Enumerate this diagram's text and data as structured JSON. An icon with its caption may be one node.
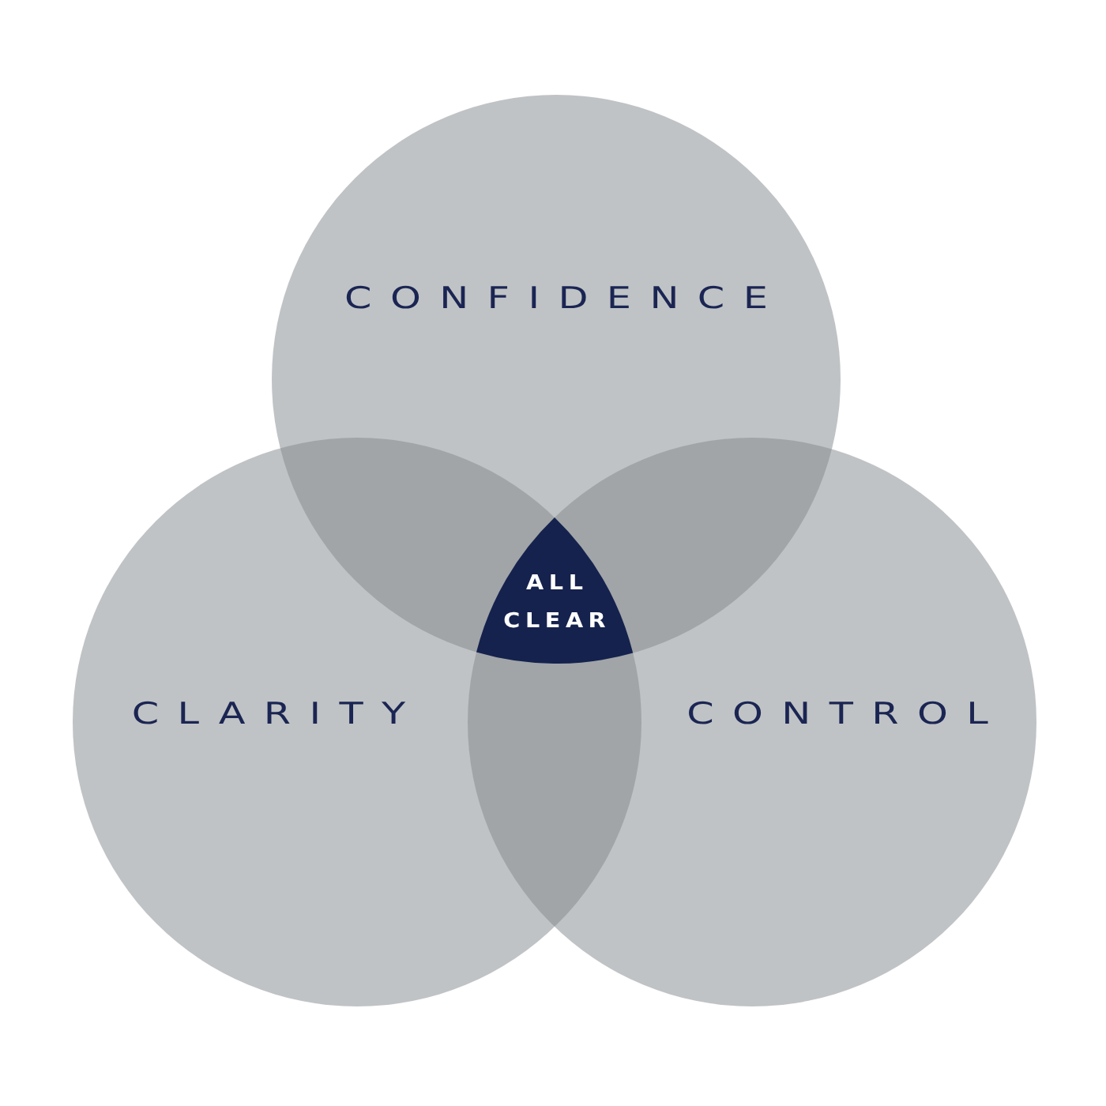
{
  "diagram": {
    "nodes": [
      {
        "text": [
          "CONFIDENCE"
        ]
      },
      {
        "text": [
          "ALL CLEAR"
        ]
      },
      {
        "text": [
          "CLARITY"
        ]
      },
      {
        "text": [
          "CONTROL"
        ]
      }
    ]
  }
}
